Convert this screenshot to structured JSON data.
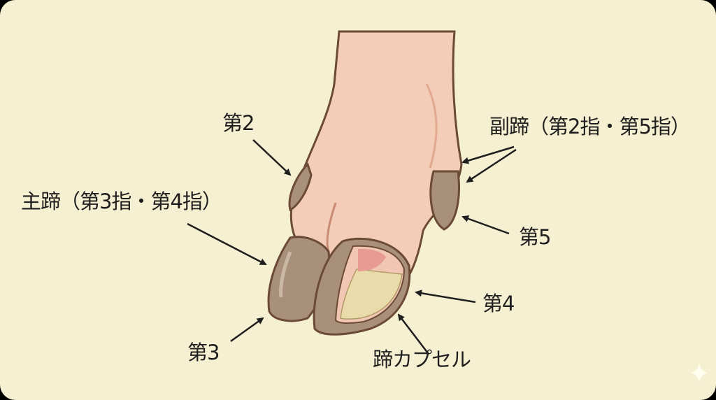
{
  "labels": {
    "digit2": "第2",
    "dewclaws": "副蹄（第2指・第5指）",
    "main_hooves": "主蹄（第3指・第4指）",
    "digit5": "第5",
    "digit4": "第4",
    "digit3": "第3",
    "hoof_capsule": "蹄カプセル"
  },
  "colors": {
    "background": "#f6f0d2",
    "skin": "#f3cdb8",
    "hoof": "#a8907a",
    "outline": "#6b4a36",
    "bone": "#eadcaa",
    "tendon": "#e89a95"
  },
  "icons": {
    "watermark": "sparkle-icon"
  }
}
